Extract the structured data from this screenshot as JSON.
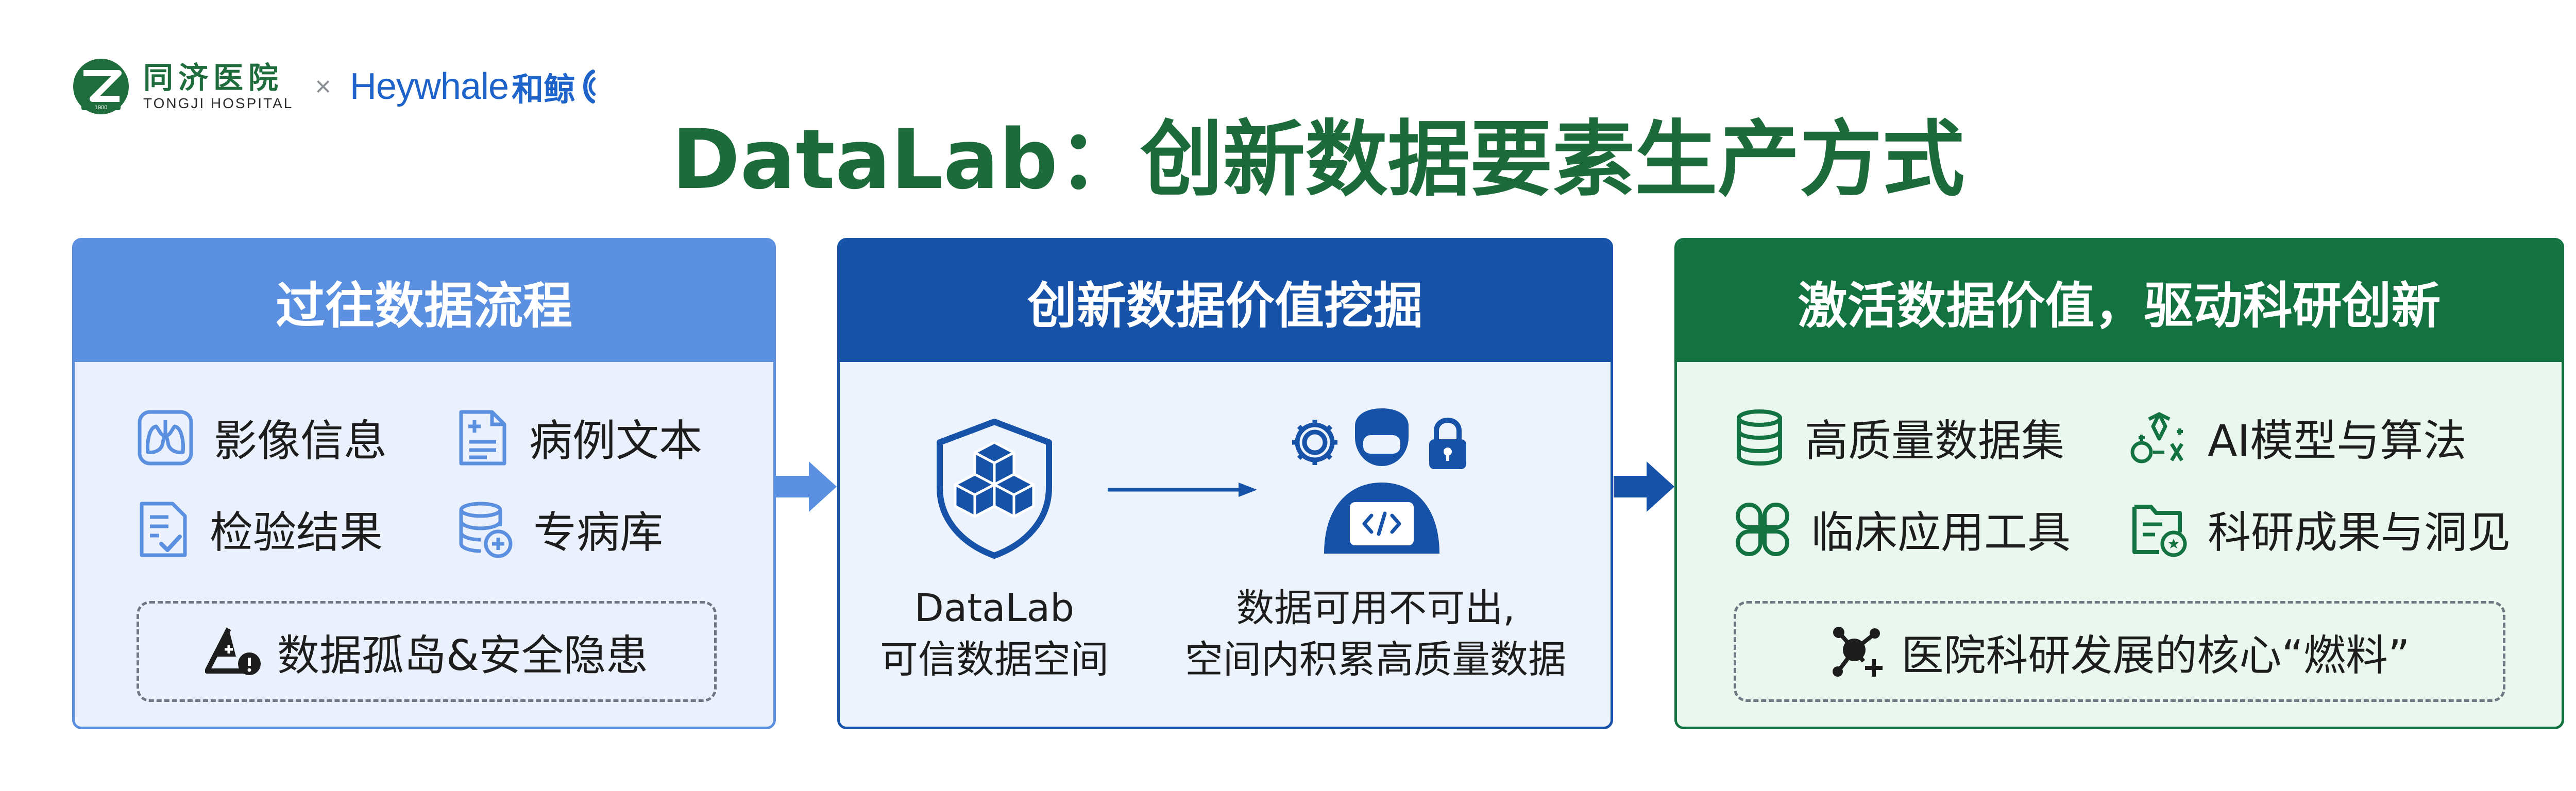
{
  "header": {
    "hospital_name_cn": "同济医院",
    "hospital_name_en": "TONGJI HOSPITAL",
    "hospital_emblem_year": "1900",
    "separator": "×",
    "partner_name_en": "Heywhale",
    "partner_name_cn": "和鲸",
    "title": "DataLab：创新数据要素生产方式"
  },
  "panels": {
    "past": {
      "title": "过往数据流程",
      "items": [
        {
          "label": "影像信息",
          "icon": "lungs-icon"
        },
        {
          "label": "病例文本",
          "icon": "document-plus-icon"
        },
        {
          "label": "检验结果",
          "icon": "checklist-icon"
        },
        {
          "label": "专病库",
          "icon": "database-plus-icon"
        }
      ],
      "warning": {
        "label": "数据孤岛&安全隐患",
        "icon": "warning-icon"
      }
    },
    "innovation": {
      "title": "创新数据价值挖掘",
      "left_caption_line1": "DataLab",
      "left_caption_line2": "可信数据空间",
      "right_caption_line1": "数据可用不可出,",
      "right_caption_line2": "空间内积累高质量数据",
      "left_icon": "shield-cubes-icon",
      "right_icon": "secure-developer-icon"
    },
    "activate": {
      "title": "激活数据价值，驱动科研创新",
      "items": [
        {
          "label": "高质量数据集",
          "icon": "database-icon"
        },
        {
          "label": "AI模型与算法",
          "icon": "ai-model-icon"
        },
        {
          "label": "临床应用工具",
          "icon": "apps-icon"
        },
        {
          "label": "科研成果与洞见",
          "icon": "research-insight-icon"
        }
      ],
      "core": {
        "label": "医院科研发展的核心“燃料”",
        "icon": "molecule-icon"
      }
    }
  },
  "colors": {
    "title_green": "#1d6b3a",
    "past_blue": "#5b8fe0",
    "innovation_blue": "#1552a8",
    "activate_green": "#137340"
  }
}
